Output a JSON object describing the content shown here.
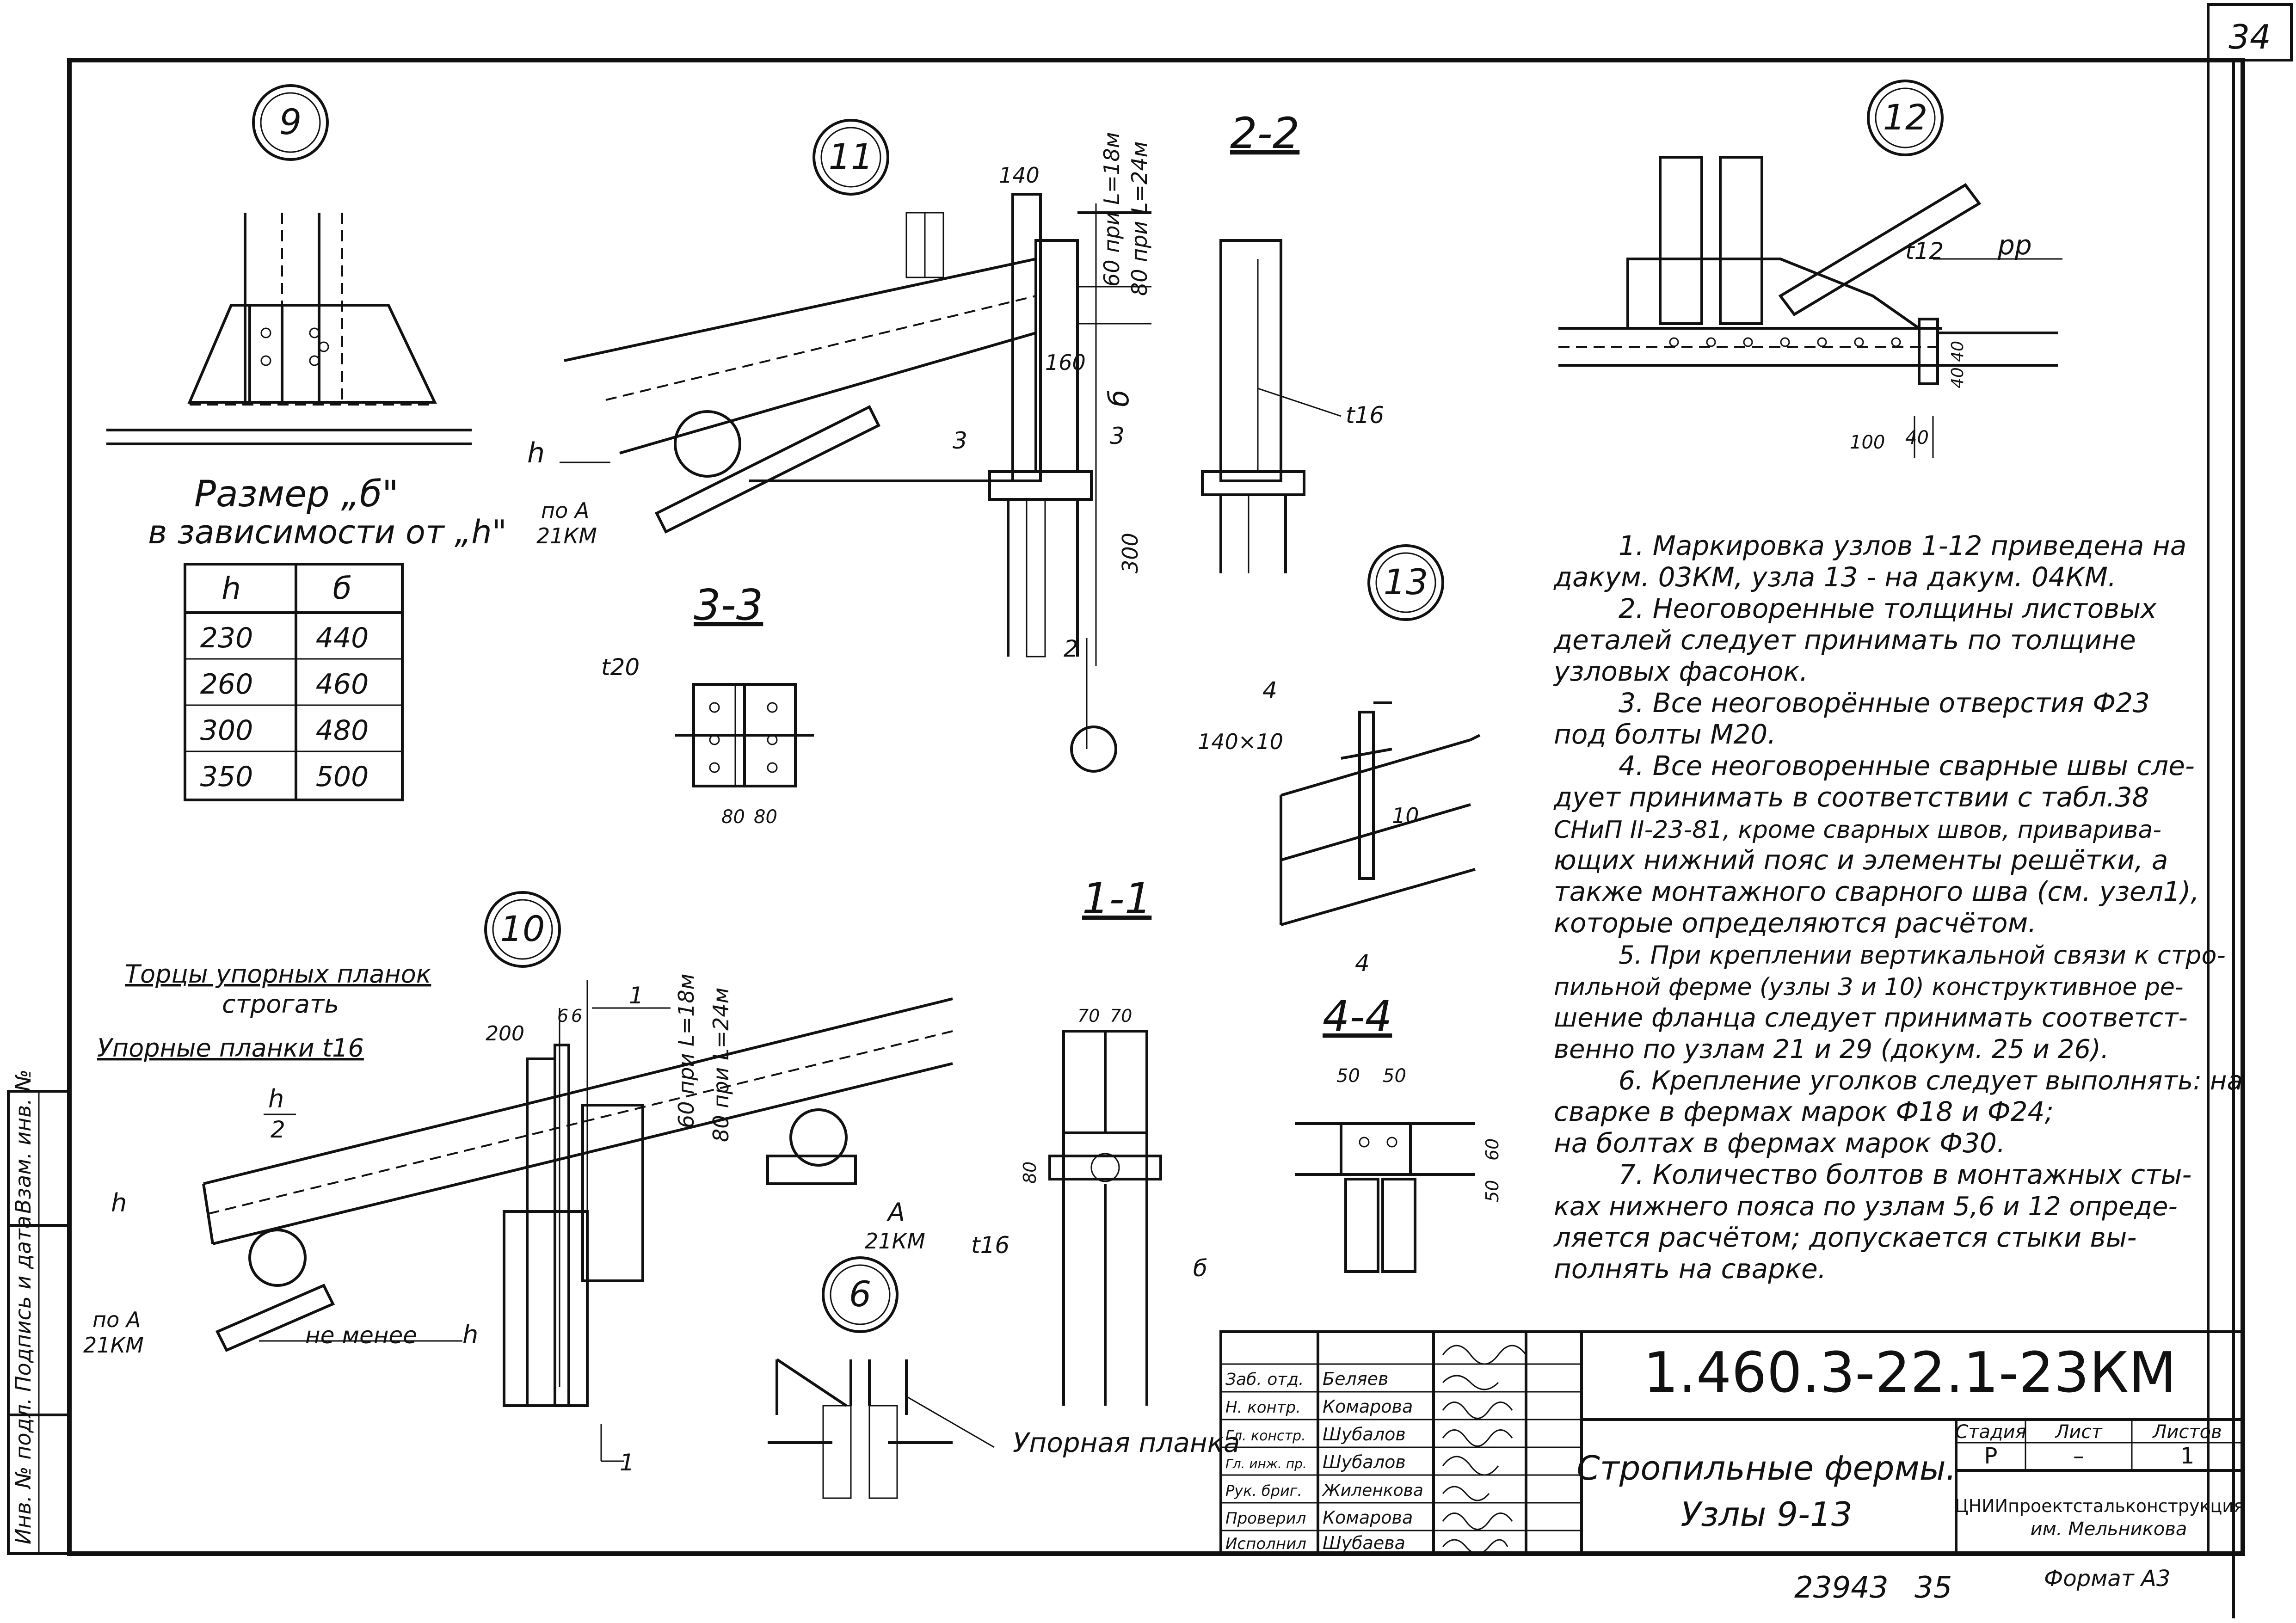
{
  "sheet": {
    "corner_number": "34",
    "doc_code": "1.460.3-22.1-23КМ",
    "title_line1": "Стропильные фермы.",
    "title_line2": "Узлы 9-13",
    "stage_header": "Стадия",
    "sheet_header": "Лист",
    "sheets_header": "Листов",
    "stage": "Р",
    "sheet_no": "–",
    "sheets_total": "1",
    "org_line1": "ЦНИИпроектстальконструкция",
    "org_line2": "им. Мельникова",
    "inventory_no": "23943",
    "copy_no": "35",
    "format": "Формат А3"
  },
  "signatures": [
    {
      "role": "Заб. отд.",
      "name": "Беляев"
    },
    {
      "role": "Н. контр.",
      "name": "Комарова"
    },
    {
      "role": "Гл. констр.",
      "name": "Шубалов"
    },
    {
      "role": "Гл. инж. пр.",
      "name": "Шубалов"
    },
    {
      "role": "Рук. бриг.",
      "name": "Жиленкова"
    },
    {
      "role": "Проверил",
      "name": "Комарова"
    },
    {
      "role": "Исполнил",
      "name": "Шубаева"
    }
  ],
  "left_margin": {
    "inv_no": "Инв. № подл.",
    "sign_date": "Подпись и дата",
    "replaced_inv": "Взам. инв. №"
  },
  "size_table": {
    "caption1": "Размер „б\"",
    "caption2": "в зависимости от „h\"",
    "col_h": "h",
    "col_b": "б",
    "rows": [
      {
        "h": "230",
        "b": "440"
      },
      {
        "h": "260",
        "b": "460"
      },
      {
        "h": "300",
        "b": "480"
      },
      {
        "h": "350",
        "b": "500"
      }
    ]
  },
  "nodes": {
    "n9": "9",
    "n10": "10",
    "n11": "11",
    "n12": "12",
    "n13": "13",
    "n6": "6"
  },
  "sections": {
    "s22": "2-2",
    "s33": "3-3",
    "s11": "1-1",
    "s44": "4-4"
  },
  "labels": {
    "dim_140": "140",
    "dim_160": "160",
    "dim_300": "300",
    "dim_60_18": "60 при L=18м",
    "dim_80_24": "80 при L=24м",
    "b_letter": "б",
    "h_letter": "h",
    "h_half": "h",
    "h_half_den": "2",
    "po_A": "по А",
    "ref_21KM": "21КМ",
    "A_letter": "А",
    "t16": "t16",
    "t12": "t12",
    "t20": "t20",
    "pp": "рр",
    "d140x10": "140×10",
    "d10": "10",
    "d80": "80",
    "d80b": "80",
    "d100": "100",
    "d40": "40",
    "d40_40": "40 40",
    "d50": "50",
    "d50b": "50",
    "d60": "60",
    "d50v": "50",
    "d70": "70",
    "d70b": "70",
    "d200": "200",
    "d6": "6",
    "d6b": "6",
    "cut2": "2",
    "cut3": "3",
    "cut3b": "3",
    "cut1": "1",
    "cut1b": "1",
    "cut4": "4",
    "cut4b": "4",
    "torcy1": "Торцы упорных планок",
    "torcy2": "строгать",
    "planki": "Упорные планки t16",
    "ne_menee": "не менее",
    "upornaya": "Упорная планка",
    "b_lower": "б"
  },
  "notes": [
    "1. Маркировка узлов 1-12 приведена на",
    "дакум. 03КМ, узла 13 - на дакум. 04КМ.",
    "2. Неоговоренные толщины листовых",
    "деталей следует принимать по толщине",
    "узловых фасонок.",
    "3. Все неоговорённые отверстия Ф23",
    "под болты М20.",
    "4. Все неоговоренные сварные швы сле-",
    "дует принимать в соответствии с табл.38",
    "СНиП II-23-81, кроме сварных швов, приварива-",
    "ющих нижний пояс и элементы решётки, а",
    "также монтажного сварного шва (см. узел1),",
    "которые определяются расчётом.",
    "5. При креплении вертикальной связи к стро-",
    "пильной ферме (узлы 3 и 10) конструктивное ре-",
    "шение фланца следует принимать соответст-",
    "венно по узлам 21 и 29 (докум. 25 и 26).",
    "6. Крепление уголков следует выполнять: на",
    "сварке в фермах марок Ф18 и Ф24;",
    "на болтах в фермах марок Ф30.",
    "7. Количество болтов в монтажных сты-",
    "ках нижнего пояса по узлам 5,6 и 12 опреде-",
    "ляется расчётом; допускается стыки вы-",
    "полнять на сварке."
  ]
}
